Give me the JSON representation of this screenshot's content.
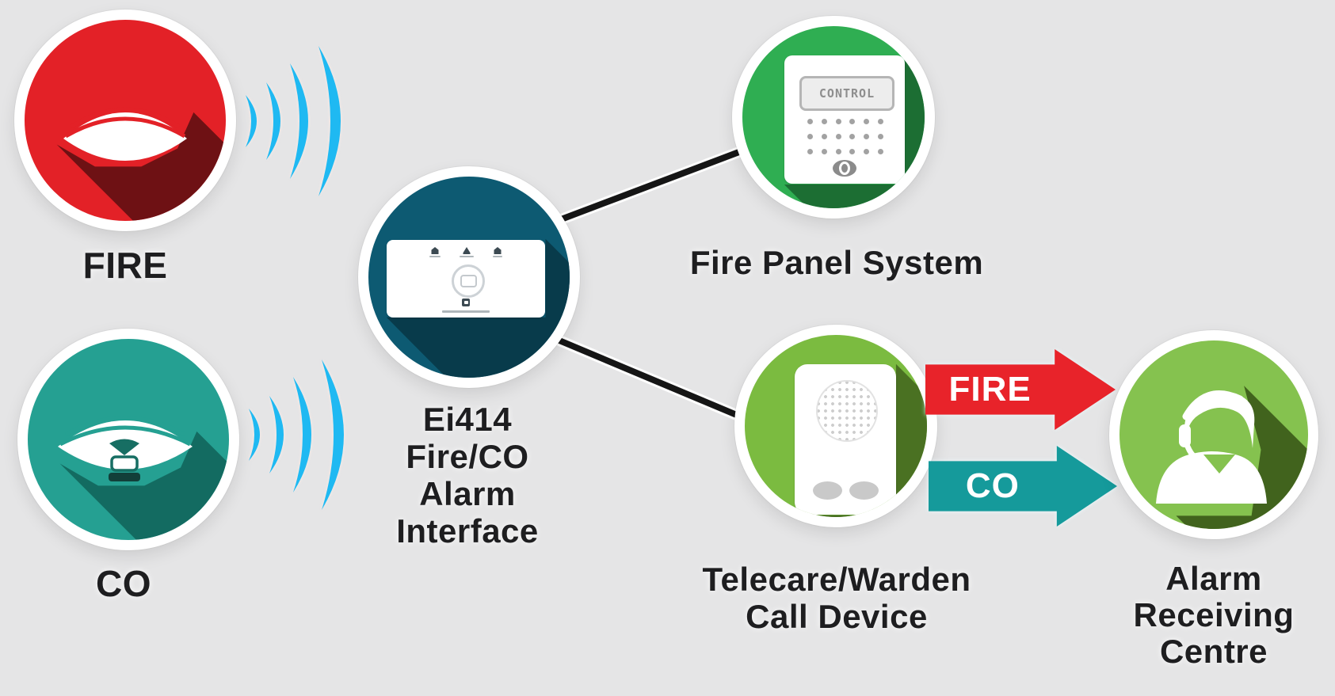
{
  "canvas": {
    "background": "#e5e5e6",
    "connector_color": "#161616",
    "wave_color": "#1fb9f2",
    "label_color": "#1e1e20"
  },
  "nodes": {
    "fire_sensor": {
      "label": "FIRE",
      "color": "#e32127",
      "shadow": "#6e1114",
      "icon": "smoke-alarm-icon"
    },
    "co_sensor": {
      "label": "CO",
      "color": "#25a092",
      "shadow": "#136b61",
      "icon": "co-alarm-icon"
    },
    "interface": {
      "lines": [
        "Ei414",
        "Fire/CO",
        "Alarm",
        "Interface"
      ],
      "color": "#0d5a72",
      "shadow": "#083b4b",
      "icon": "ei414-device-icon"
    },
    "fire_panel": {
      "label": "Fire Panel System",
      "display_text": "CONTROL",
      "color": "#2fae52",
      "shadow": "#1c6e33",
      "icon": "control-panel-icon"
    },
    "telecare": {
      "lines": [
        "Telecare/Warden",
        "Call Device"
      ],
      "color": "#7bbb40",
      "shadow": "#4a7122",
      "icon": "speaker-device-icon"
    },
    "receiving_centre": {
      "lines": [
        "Alarm",
        "Receiving",
        "Centre"
      ],
      "color": "#85c24f",
      "shadow": "#41631d",
      "icon": "headset-operator-icon"
    }
  },
  "arrows": {
    "fire": {
      "label": "FIRE",
      "color": "#e8232a"
    },
    "co": {
      "label": "CO",
      "color": "#159a9b"
    }
  }
}
